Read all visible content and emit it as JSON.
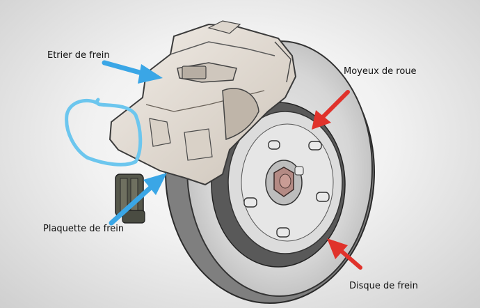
{
  "labels": {
    "caliper": "Etrier de frein",
    "hub": "Moyeux de roue",
    "pad": "Plaquette de frein",
    "disc": "Disque de frein"
  },
  "colors": {
    "blue_arrow": "#3aa6e6",
    "red_arrow": "#e0322b",
    "disc": "#d9d9d9",
    "caliper": "#e8e2da",
    "highlight_loop": "#6cc6ee",
    "hub_nut": "#b48a84"
  },
  "icons": {
    "caliper_arrow": "blue-arrow-icon",
    "pad_arrow": "blue-arrow-icon",
    "hub_arrow": "red-arrow-icon",
    "disc_arrow": "red-arrow-icon"
  }
}
